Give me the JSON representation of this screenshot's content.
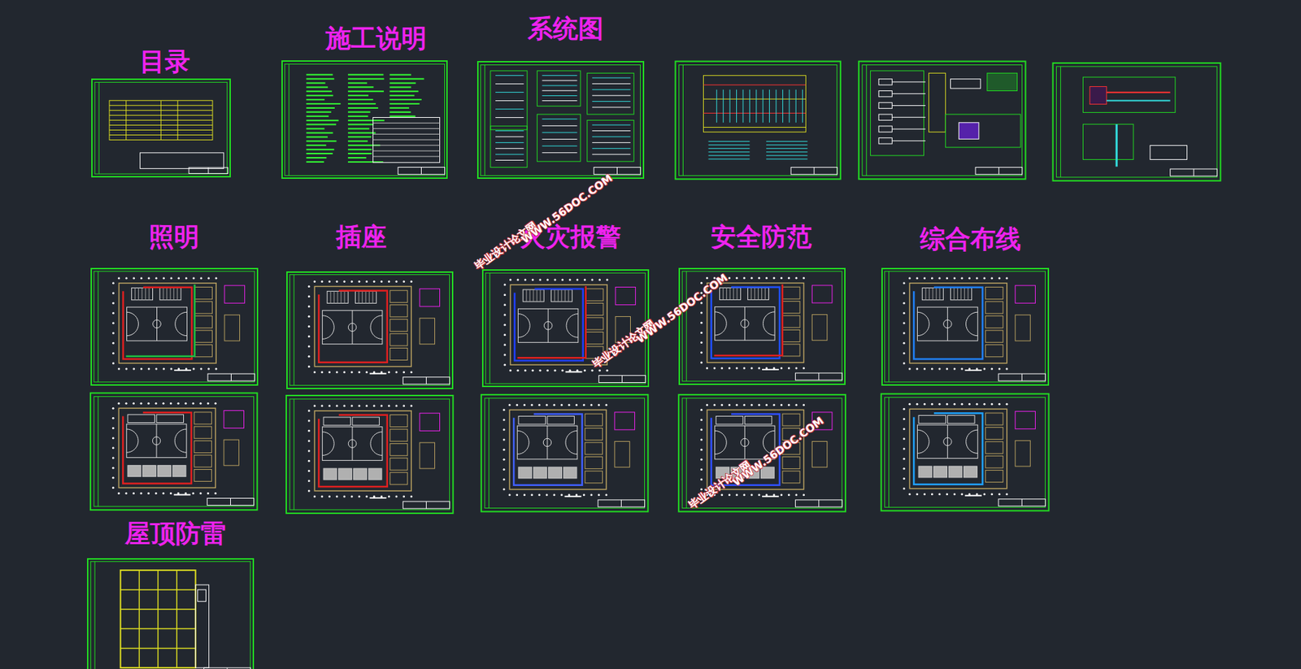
{
  "diagram": {
    "nodes": [
      {
        "text": [
          "目录"
        ]
      },
      {
        "text": [
          "施工说明"
        ]
      },
      {
        "text": [
          "系统图"
        ]
      },
      {
        "text": [
          "照明"
        ]
      },
      {
        "text": [
          "插座"
        ]
      },
      {
        "text": [
          "火灾报警"
        ]
      },
      {
        "text": [
          "安全防范"
        ]
      },
      {
        "text": [
          "综合布线"
        ]
      },
      {
        "text": [
          "屋顶防雷"
        ]
      }
    ],
    "labels": [
      "毕业设计论文网",
      "WWW.56DOC.COM",
      "毕业设计论文网",
      "WWW.56DOC.COM",
      "毕业设计论文网",
      "WWW.56DOC.COM"
    ]
  }
}
